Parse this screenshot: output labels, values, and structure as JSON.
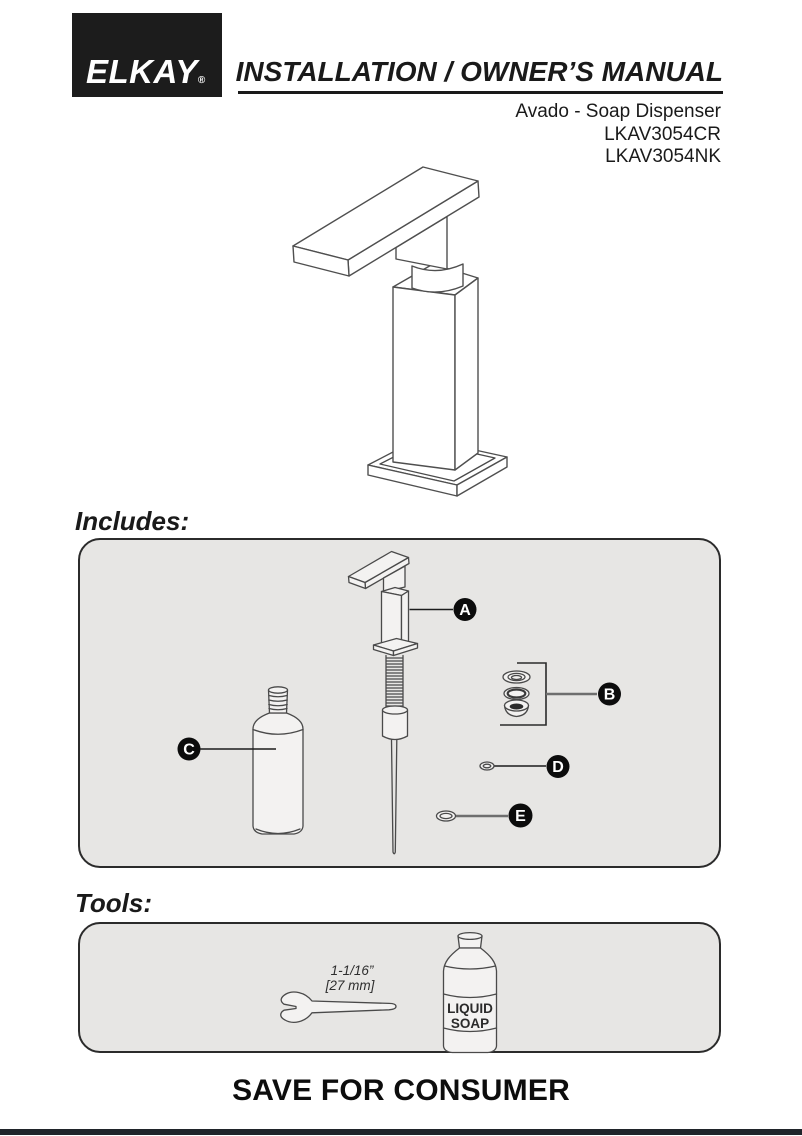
{
  "header": {
    "logo_text": "ELKAY",
    "logo_registered_mark": "®",
    "logo_bg_color": "#1c1c1c",
    "title": "INSTALLATION / OWNER’S MANUAL",
    "product_name": "Avado - Soap Dispenser",
    "model_numbers": [
      "LKAV3054CR",
      "LKAV3054NK"
    ]
  },
  "includes_section": {
    "heading": "Includes:",
    "box_fill_color": "#e7e6e4",
    "part_labels": [
      "A",
      "B",
      "C",
      "D",
      "E"
    ]
  },
  "tools_section": {
    "heading": "Tools:",
    "wrench_size_in": "1-1/16”",
    "wrench_size_mm": "[27 mm]",
    "soap_label_line1": "LIQUID",
    "soap_label_line2": "SOAP"
  },
  "footer": {
    "notice": "SAVE FOR CONSUMER",
    "bar_color": "#20242a"
  }
}
